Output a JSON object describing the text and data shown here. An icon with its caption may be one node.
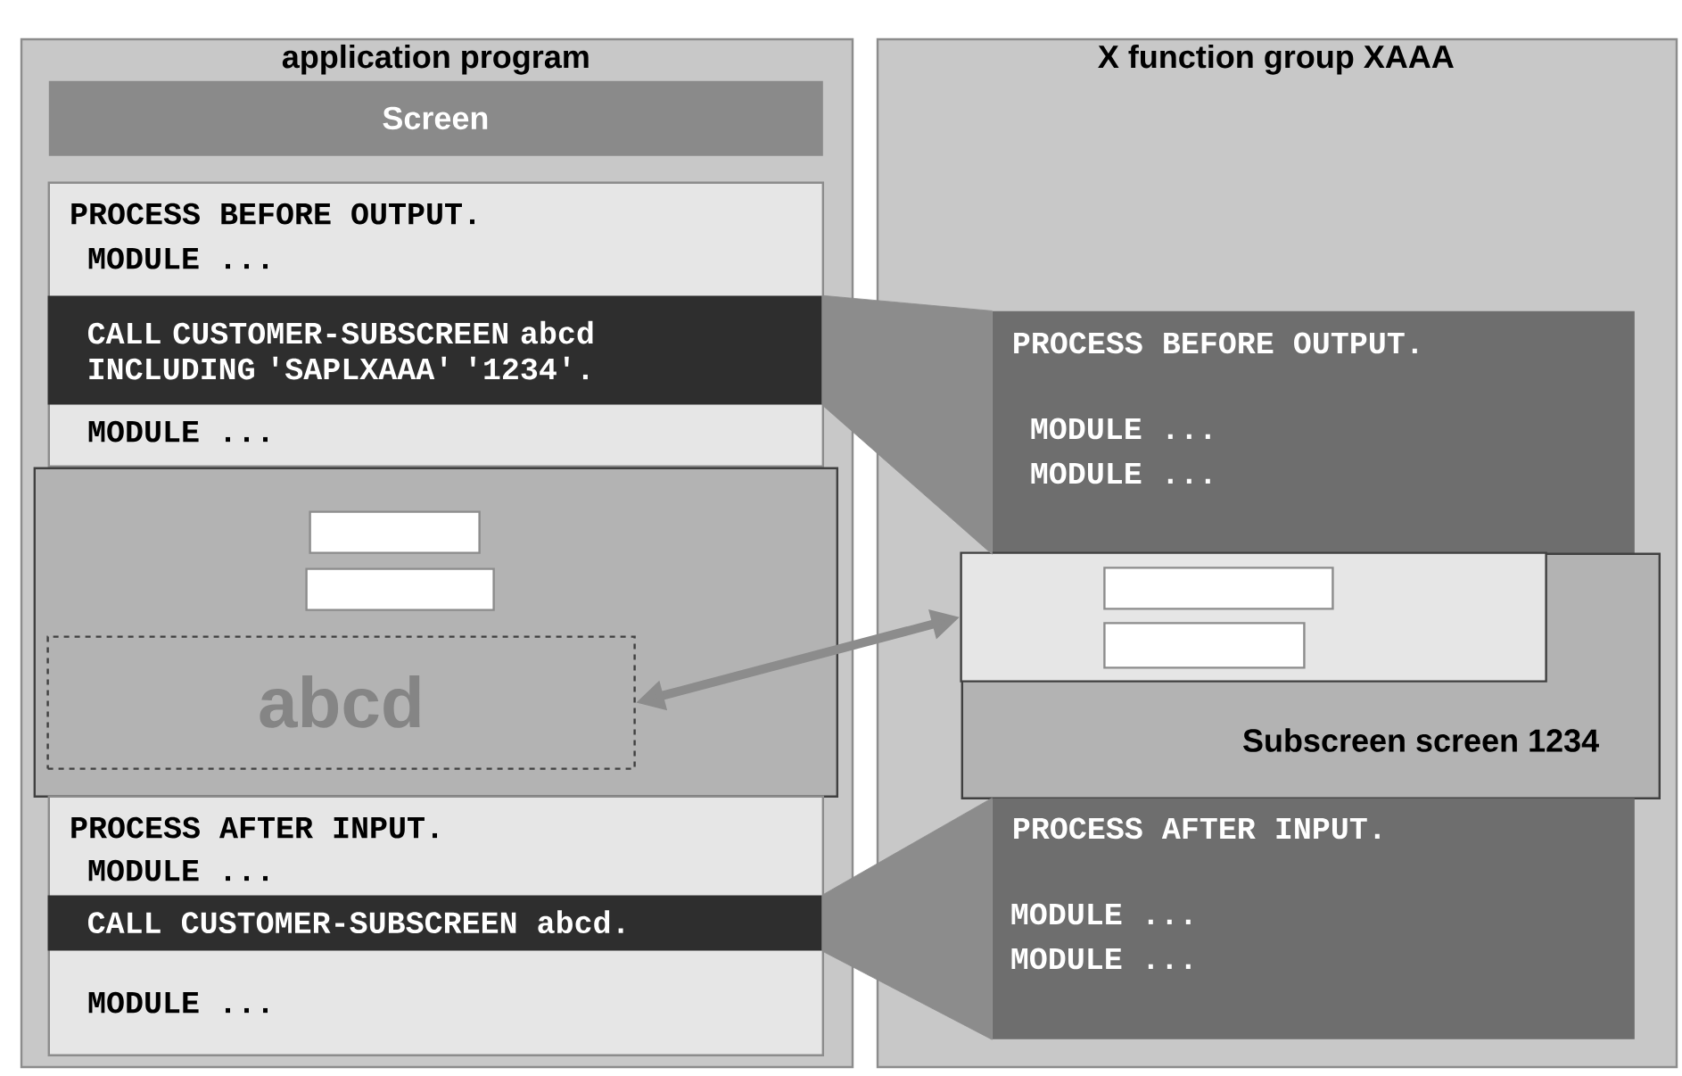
{
  "diagram": {
    "nodes": [
      {
        "text": [
          "application program"
        ]
      },
      {
        "text": [
          "Screen"
        ],
        "in": 0
      },
      {
        "text": [
          "PROCESS BEFORE OUTPUT.",
          "MODULE ...",
          "MODULE ..."
        ],
        "in": 0
      },
      {
        "text": [
          "CALL CUSTOMER-SUBSCREEN abcd INCLUDING 'SAPLXAAA' '1234'."
        ],
        "in": 2
      },
      {
        "text": [],
        "shape": "box",
        "in": 0
      },
      {
        "text": [],
        "shape": "box",
        "in": 4
      },
      {
        "text": [],
        "shape": "box",
        "in": 4
      },
      {
        "text": [
          "abcd"
        ],
        "in": 4
      },
      {
        "text": [
          "PROCESS AFTER INPUT.",
          "MODULE ...",
          "MODULE ..."
        ],
        "in": 0
      },
      {
        "text": [
          "CALL CUSTOMER-SUBSCREEN abcd."
        ],
        "in": 8
      },
      {
        "text": [
          "X function group XAAA"
        ]
      },
      {
        "text": [
          "PROCESS BEFORE OUTPUT.",
          "MODULE ...",
          "MODULE ..."
        ],
        "in": 10
      },
      {
        "text": [
          "Subscreen screen 1234"
        ],
        "in": 10
      },
      {
        "text": [],
        "shape": "box",
        "in": 12
      },
      {
        "text": [],
        "shape": "box",
        "in": 13
      },
      {
        "text": [],
        "shape": "box",
        "in": 13
      },
      {
        "text": [
          "PROCESS AFTER INPUT.",
          "MODULE ...",
          "MODULE ..."
        ],
        "in": 10
      }
    ],
    "edges": [
      {
        "from": 3,
        "to": 11,
        "arrow": "none"
      },
      {
        "from": 9,
        "to": 16,
        "arrow": "none"
      },
      {
        "from": 7,
        "to": 13,
        "arrow": "both"
      }
    ]
  }
}
